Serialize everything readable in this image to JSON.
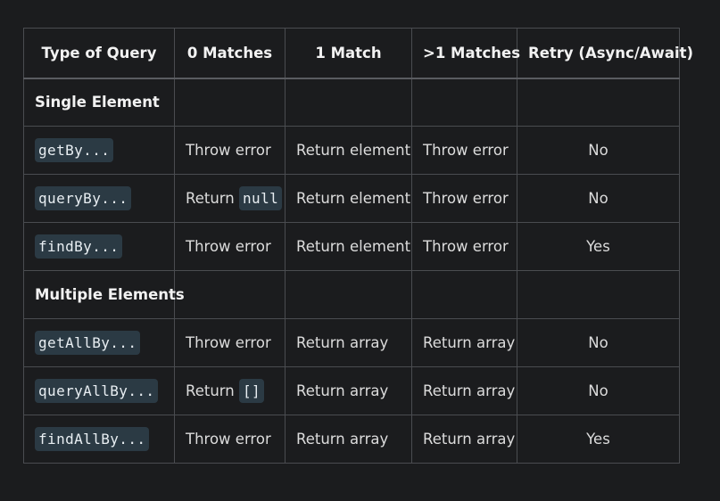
{
  "headers": [
    "Type of Query",
    "0 Matches",
    "1 Match",
    ">1 Matches",
    "Retry (Async/Await)"
  ],
  "groups": {
    "single": "Single Element",
    "multiple": "Multiple Elements"
  },
  "rows": [
    {
      "query": "getBy...",
      "zero_prefix": "Throw error",
      "zero_code": "",
      "one": "Return element",
      "many": "Throw error",
      "retry": "No"
    },
    {
      "query": "queryBy...",
      "zero_prefix": "Return",
      "zero_code": "null",
      "one": "Return element",
      "many": "Throw error",
      "retry": "No"
    },
    {
      "query": "findBy...",
      "zero_prefix": "Throw error",
      "zero_code": "",
      "one": "Return element",
      "many": "Throw error",
      "retry": "Yes"
    },
    {
      "query": "getAllBy...",
      "zero_prefix": "Throw error",
      "zero_code": "",
      "one": "Return array",
      "many": "Return array",
      "retry": "No"
    },
    {
      "query": "queryAllBy...",
      "zero_prefix": "Return",
      "zero_code": "[]",
      "one": "Return array",
      "many": "Return array",
      "retry": "No"
    },
    {
      "query": "findAllBy...",
      "zero_prefix": "Throw error",
      "zero_code": "",
      "one": "Return array",
      "many": "Return array",
      "retry": "Yes"
    }
  ]
}
